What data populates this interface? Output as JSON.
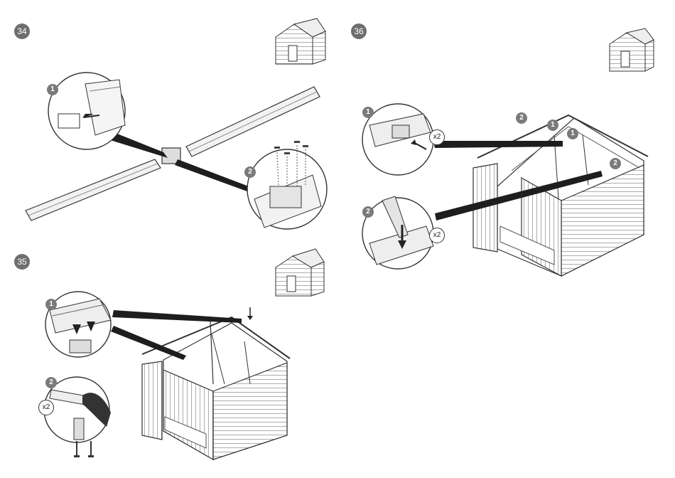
{
  "steps": [
    {
      "number": "34",
      "callouts": [
        "1",
        "2"
      ],
      "quantity": ""
    },
    {
      "number": "35",
      "callouts": [
        "1",
        "2"
      ],
      "quantity": "x2"
    },
    {
      "number": "36",
      "callouts": [
        "1",
        "2"
      ],
      "markers": [
        "2",
        "1",
        "1",
        "2"
      ],
      "quantity": "x2"
    }
  ],
  "colors": {
    "badge": "#6e6e6e",
    "line": "#333333",
    "pointer": "#1e1e1e"
  },
  "icons": [
    "shed-thumbnail-icon",
    "down-arrow-icon",
    "screw-icon",
    "gloved-hand-icon"
  ]
}
